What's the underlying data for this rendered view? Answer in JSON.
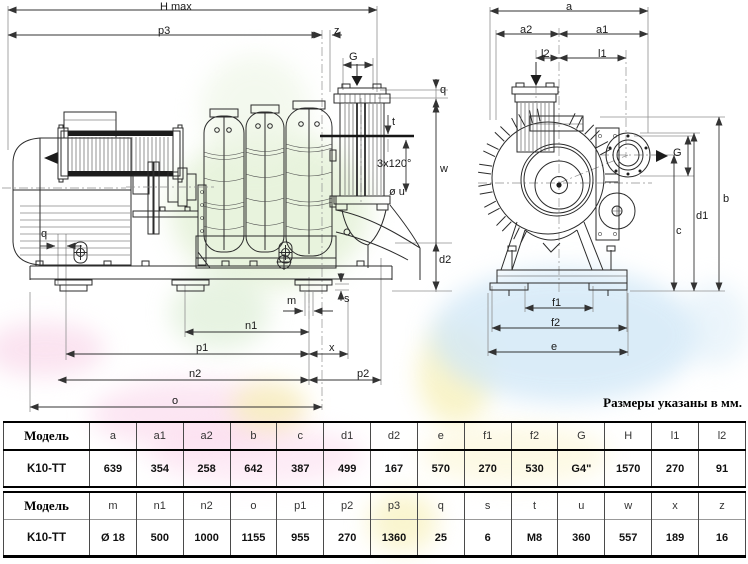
{
  "note": "Размеры указаны в мм.",
  "views": {
    "side": {
      "labels": {
        "h_max": "H max",
        "p3": "p3",
        "z": "z",
        "g": "G",
        "q_top": "q",
        "t": "t",
        "bolt_circle": "3x120°",
        "u": "ø u",
        "w": "w",
        "d2": "d2",
        "q_base": "q",
        "m": "m",
        "s": "s",
        "n1": "n1",
        "p1": "p1",
        "x": "x",
        "n2": "n2",
        "p2": "p2",
        "o": "o"
      }
    },
    "front": {
      "labels": {
        "a": "a",
        "a2": "a2",
        "a1": "a1",
        "l2": "l2",
        "l1": "l1",
        "g": "G",
        "b": "b",
        "d1": "d1",
        "c": "c",
        "f1": "f1",
        "f2": "f2",
        "e": "e"
      }
    }
  },
  "tables": [
    {
      "model_header": "Модель",
      "model": "K10-TT",
      "columns": [
        "a",
        "a1",
        "a2",
        "b",
        "c",
        "d1",
        "d2",
        "e",
        "f1",
        "f2",
        "G",
        "H",
        "l1",
        "l2"
      ],
      "values": [
        "639",
        "354",
        "258",
        "642",
        "387",
        "499",
        "167",
        "570",
        "270",
        "530",
        "G4\"",
        "1570",
        "270",
        "91"
      ]
    },
    {
      "model_header": "Модель",
      "model": "K10-TT",
      "columns": [
        "m",
        "n1",
        "n2",
        "o",
        "p1",
        "p2",
        "p3",
        "q",
        "s",
        "t",
        "u",
        "w",
        "x",
        "z"
      ],
      "values": [
        "Ø 18",
        "500",
        "1000",
        "1155",
        "955",
        "270",
        "1360",
        "25",
        "6",
        "M8",
        "360",
        "557",
        "189",
        "16"
      ]
    }
  ],
  "colors": {
    "line": "#2b2b2b",
    "watermark_pink": "#fbdcec",
    "watermark_yellow": "#f8f2c0",
    "watermark_green": "#e6f2da",
    "watermark_blue": "#d2e8f7"
  }
}
